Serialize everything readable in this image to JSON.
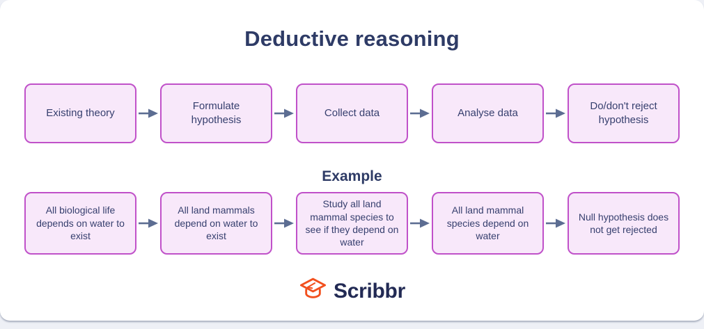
{
  "title": "Deductive reasoning",
  "example_label": "Example",
  "main_flow": {
    "steps": [
      "Existing theory",
      "Formulate hypothesis",
      "Collect data",
      "Analyse data",
      "Do/don't reject hypothesis"
    ]
  },
  "example_flow": {
    "steps": [
      "All biological life depends on water to exist",
      "All land mammals depend on water to exist",
      "Study all land mammal species to see if they depend on water",
      "All land mammal species depend on water",
      "Null hypothesis does not get rejected"
    ]
  },
  "logo": {
    "text": "Scribbr",
    "icon": "graduation-cap-icon"
  },
  "colors": {
    "title_navy": "#2e3b66",
    "box_fill": "#f8e8fa",
    "box_border": "#c051c9",
    "box_text": "#363f6e",
    "arrow": "#5c6d92",
    "logo_orange": "#f2501e",
    "card_background": "#ffffff"
  }
}
